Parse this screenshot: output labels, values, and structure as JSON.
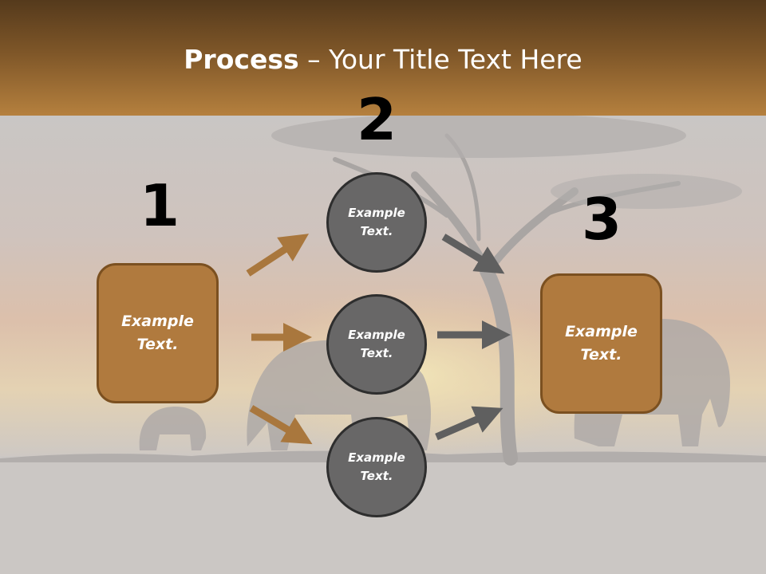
{
  "slide": {
    "title_bold": "Process",
    "title_rest": " – Your Title Text Here"
  },
  "steps": {
    "step1_number": "1",
    "step2_number": "2",
    "step3_number": "3"
  },
  "left_box": {
    "text": "Example\nText."
  },
  "right_box": {
    "text": "Example\nText."
  },
  "circles": [
    {
      "text": "Example\nText."
    },
    {
      "text": "Example\nText."
    },
    {
      "text": "Example\nText."
    }
  ],
  "colors": {
    "header_dark": "#553a1c",
    "header_light": "#b5803e",
    "box_fill": "#b07a3e",
    "box_border": "#7b5020",
    "circle_fill": "#686767",
    "circle_border": "#2e2e2e",
    "arrow_orange": "#a9773d",
    "arrow_gray": "#5f5f5f"
  }
}
